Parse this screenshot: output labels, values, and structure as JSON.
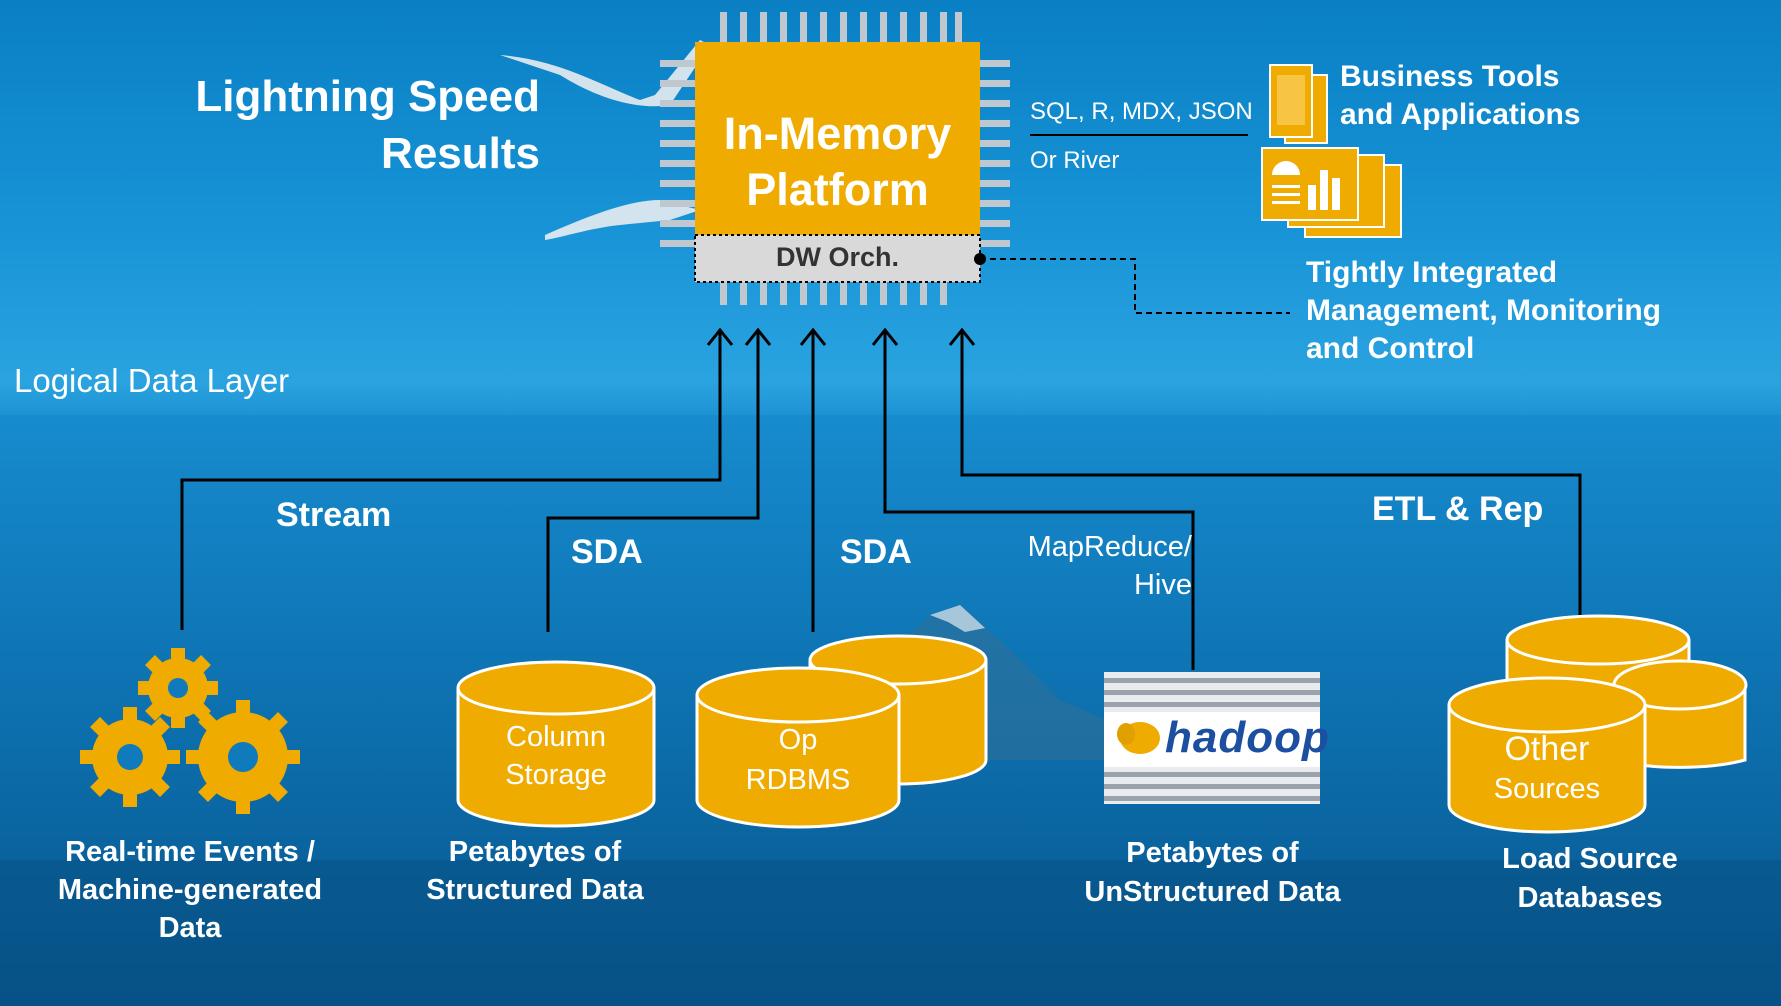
{
  "header": {
    "speed_line1": "Lightning Speed",
    "speed_line2": "Results"
  },
  "platform": {
    "title_line1": "In-Memory",
    "title_line2": "Platform",
    "orchestrator": "DW Orch."
  },
  "interfaces": {
    "protocols": "SQL, R, MDX, JSON",
    "alt": "Or River"
  },
  "business_tools": {
    "line1": "Business Tools",
    "line2": "and Applications"
  },
  "management": {
    "line1": "Tightly Integrated",
    "line2": "Management, Monitoring",
    "line3": "and Control"
  },
  "layer_label": "Logical Data Layer",
  "connections": {
    "stream": "Stream",
    "sda1": "SDA",
    "sda2": "SDA",
    "mapreduce_line1": "MapReduce/",
    "mapreduce_line2": "Hive",
    "etl": "ETL & Rep"
  },
  "sources": {
    "realtime": {
      "line1": "Real-time Events /",
      "line2": "Machine-generated",
      "line3": "Data"
    },
    "column": {
      "db_line1": "Column",
      "db_line2": "Storage",
      "line1": "Petabytes of",
      "line2": "Structured Data"
    },
    "oprdbms": {
      "db_line1": "Op",
      "db_line2": "RDBMS"
    },
    "hadoop": {
      "logo": "hadoop",
      "line1": "Petabytes of",
      "line2": "UnStructured Data"
    },
    "other": {
      "db_line1": "Other",
      "db_line2": "Sources",
      "line1": "Load Source",
      "line2": "Databases"
    }
  },
  "colors": {
    "accent": "#F0AB00",
    "connector": "#000000",
    "text": "#FFFFFF",
    "orch_bg": "#D9D9D9"
  },
  "icons": [
    "gear-icon",
    "database-icon",
    "mobile-device-icon",
    "report-chart-icon",
    "hadoop-elephant-icon",
    "seagull-icon",
    "mountain-icon"
  ]
}
